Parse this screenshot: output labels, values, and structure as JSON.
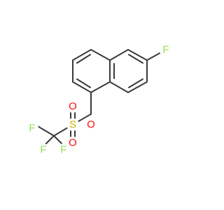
{
  "molecule": {
    "atoms": [
      {
        "id": "F_ring",
        "label": "F",
        "color": "#90e050"
      },
      {
        "id": "O_ester",
        "label": "O",
        "color": "#ff0d0d"
      },
      {
        "id": "S",
        "label": "S",
        "color": "#c8b400"
      },
      {
        "id": "O_s1",
        "label": "O",
        "color": "#ff0d0d"
      },
      {
        "id": "O_s2",
        "label": "O",
        "color": "#ff0d0d"
      },
      {
        "id": "F_cf3_a",
        "label": "F",
        "color": "#90e050"
      },
      {
        "id": "F_cf3_b",
        "label": "F",
        "color": "#90e050"
      },
      {
        "id": "F_cf3_c",
        "label": "F",
        "color": "#90e050"
      }
    ],
    "bond_color": "#3a3a3a"
  }
}
